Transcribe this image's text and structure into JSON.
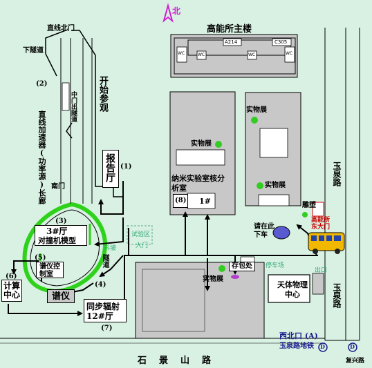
{
  "colors": {
    "background": "#d8f1e2",
    "building_gray": "#c8c8c8",
    "path_green": "#2fd21a",
    "exhibit_dot": "#33cc22",
    "checkpoint_blue": "#5a5ad0",
    "bag_purple": "#b33fcc",
    "north_magenta": "#d21fd2",
    "gate_red": "#cc0000",
    "dark_blue_text": "#1a1a8c"
  },
  "north": {
    "label": "北"
  },
  "buildings": {
    "main_building": "高能所主楼",
    "room_a214": "A214",
    "room_c305": "C305",
    "wc": "WC",
    "report_hall": "报告厅",
    "nano_lab": "纳米实验室核分析室",
    "nano_lab_num": "(8)",
    "building_1": "1#",
    "hall_3": "3#厅",
    "hall_3_sub": "对撞机模型",
    "spectrometer_ctrl": "谱仪控制室",
    "spectrometer": "谱仪",
    "computing_center": "计算中心",
    "synchrotron_hall": "同步辐射12#厅",
    "astro_center": "天体物理中心"
  },
  "labels": {
    "north_gate": "直线北门",
    "lower_tunnel": "下隧道",
    "middle_gate": "中门出隧道",
    "linac": "直线加速器(功率源)长廊",
    "south_gate": "南门",
    "start_visit": "开始参观",
    "tunnel": "隧道",
    "material": "料坡",
    "exhibit": "实物展",
    "sculpture": "雕塑",
    "ihep_gate": "高能所东大门",
    "get_off": "请在此下车",
    "bag_check": "存包处",
    "parking": "停车场",
    "exit": "出口",
    "experiment_zone": "试验区",
    "gate_big": "大门",
    "road_yuquan": "玉泉路",
    "road_yuquan_2": "玉泉路",
    "road_shijingshan": "石景山路",
    "northwest_exit": "西北口 (A)",
    "subway": "玉泉路地铁",
    "fuxing_road": "复兴路",
    "subway_icon": "D"
  },
  "steps": {
    "s1": "(1)",
    "s2": "(2)",
    "s3": "(3)",
    "s4": "(4)",
    "s5": "(5)",
    "s6": "(6)",
    "s7": "(7)"
  }
}
